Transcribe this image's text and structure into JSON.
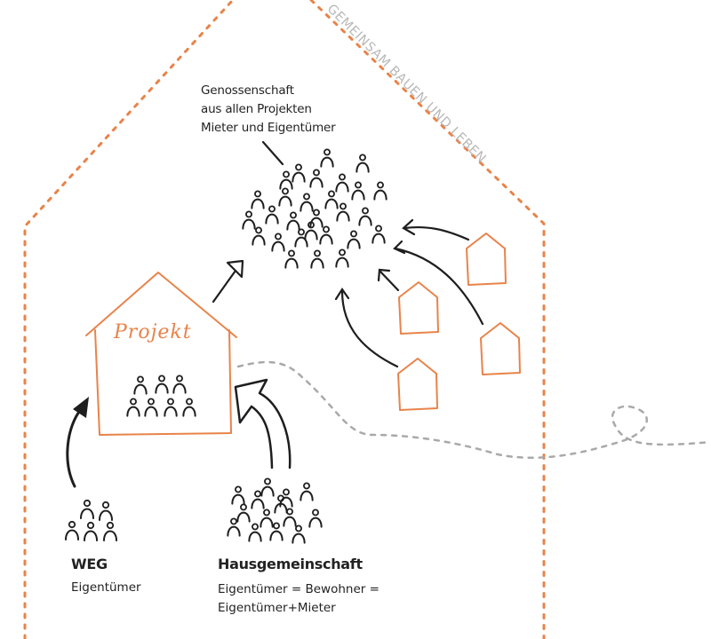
{
  "diagram": {
    "tagline": "GEMEINSAM BAUEN UND LEBEN",
    "cooperative": {
      "lines": [
        "Genossenschaft",
        "aus allen Projekten",
        "Mieter und Eigentümer"
      ]
    },
    "project_house": {
      "label": "Projekt"
    },
    "weg": {
      "title": "WEG",
      "subtitle": "Eigentümer"
    },
    "hausgemeinschaft": {
      "title": "Hausgemeinschaft",
      "lines": [
        "Eigentümer = Bewohner =",
        "Eigentümer+Mieter"
      ]
    },
    "counts": {
      "coop_people": 28,
      "project_people": 7,
      "weg_people": 5,
      "hausgemeinschaft_people": 14,
      "small_houses": 4
    },
    "colors": {
      "accent_orange": "#e8834a",
      "ink": "#1e1e1e",
      "path_gray": "#a9a9a9",
      "tagline_gray": "#b9b9b9"
    }
  }
}
